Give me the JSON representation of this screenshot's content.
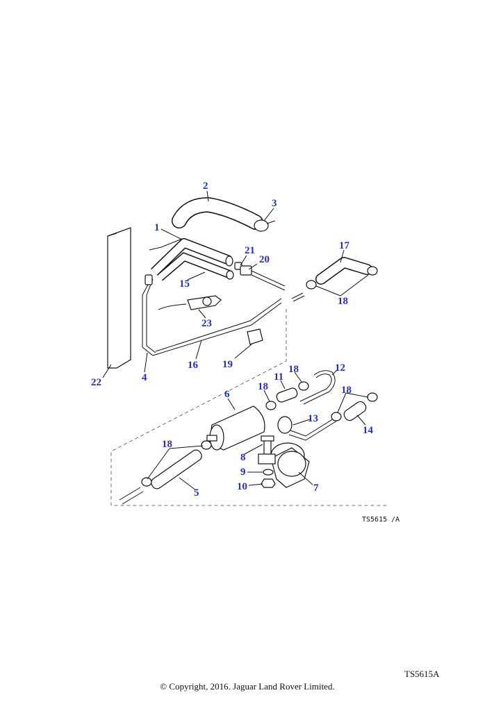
{
  "diagram": {
    "ref_code": "TS5615 /A",
    "callouts": [
      "1",
      "2",
      "3",
      "4",
      "5",
      "6",
      "7",
      "8",
      "9",
      "10",
      "11",
      "12",
      "13",
      "14",
      "15",
      "16",
      "17",
      "18",
      "19",
      "20",
      "21",
      "22",
      "23"
    ]
  },
  "footer": {
    "code": "TS5615A",
    "copyright": "© Copyright, 2016. Jaguar Land Rover Limited."
  }
}
